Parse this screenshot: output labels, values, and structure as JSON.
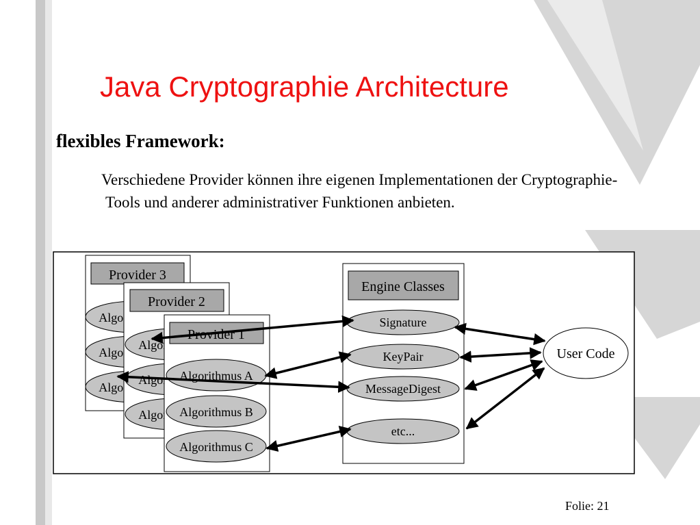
{
  "title": "Java Cryptographie Architecture",
  "subtitle": "flexibles Framework:",
  "body_text": "Verschiedene Provider können ihre eigenen Implementationen der Cryptographie-Tools und anderer administrativer Funktionen anbieten.",
  "diagram": {
    "providers": [
      {
        "label": "Provider 3",
        "algorithms": [
          "Algorithmus A",
          "Algorithmus B",
          "Algorithmus C"
        ]
      },
      {
        "label": "Provider 2",
        "algorithms": [
          "Algorithmus A",
          "Algorithmus B",
          "Algorithmus C"
        ]
      },
      {
        "label": "Provider 1",
        "algorithms": [
          "Algorithmus A",
          "Algorithmus B",
          "Algorithmus C"
        ]
      }
    ],
    "engine_classes": {
      "label": "Engine Classes",
      "items": [
        "Signature",
        "KeyPair",
        "MessageDigest",
        "etc..."
      ]
    },
    "user_code": "User Code"
  },
  "footer": "Folie: 21",
  "colors": {
    "title": "#ee1111",
    "header_box": "#a8a8a8",
    "ellipse": "#c4c4c4",
    "stripe": "#c8c8c8",
    "triangle": "#dcdcdc"
  }
}
